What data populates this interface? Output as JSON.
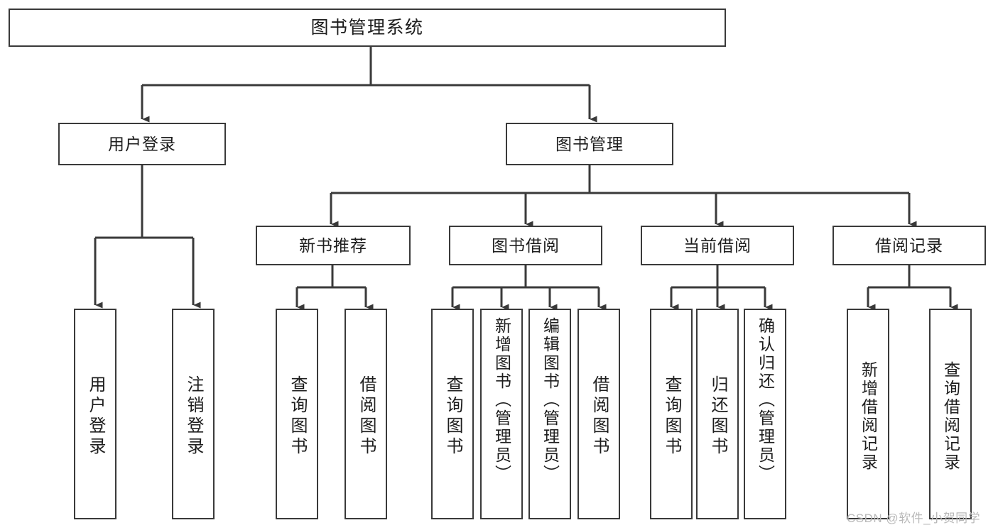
{
  "diagram": {
    "type": "tree-hierarchy",
    "title": "图书管理系统",
    "orientation": "top-down",
    "colors": {
      "stroke": "#3a3a3a",
      "fill": "#ffffff",
      "text": "#1d1d1d",
      "watermark": "#b9b9b9"
    },
    "levels": {
      "level0": "系统",
      "level1": "模块",
      "level2": "子模块",
      "level3": "功能"
    }
  },
  "root": {
    "label": "图书管理系统"
  },
  "level1": [
    {
      "label": "用户登录"
    },
    {
      "label": "图书管理"
    }
  ],
  "user_login_children": [
    {
      "label": "用户登录"
    },
    {
      "label": "注销登录"
    }
  ],
  "book_manage_children": [
    {
      "label": "新书推荐"
    },
    {
      "label": "图书借阅"
    },
    {
      "label": "当前借阅"
    },
    {
      "label": "借阅记录"
    }
  ],
  "new_book_children": [
    {
      "label": "查询图书"
    },
    {
      "label": "借阅图书"
    }
  ],
  "borrow_children": [
    {
      "label": "查询图书"
    },
    {
      "label": "新增图书（管理员）"
    },
    {
      "label": "编辑图书（管理员）"
    },
    {
      "label": "借阅图书"
    }
  ],
  "current_borrow_children": [
    {
      "label": "查询图书"
    },
    {
      "label": "归还图书"
    },
    {
      "label": "确认归还（管理员）"
    }
  ],
  "borrow_record_children": [
    {
      "label": "新增借阅记录"
    },
    {
      "label": "查询借阅记录"
    }
  ],
  "watermark": {
    "text": "CSDN @软件_小贺同学"
  }
}
